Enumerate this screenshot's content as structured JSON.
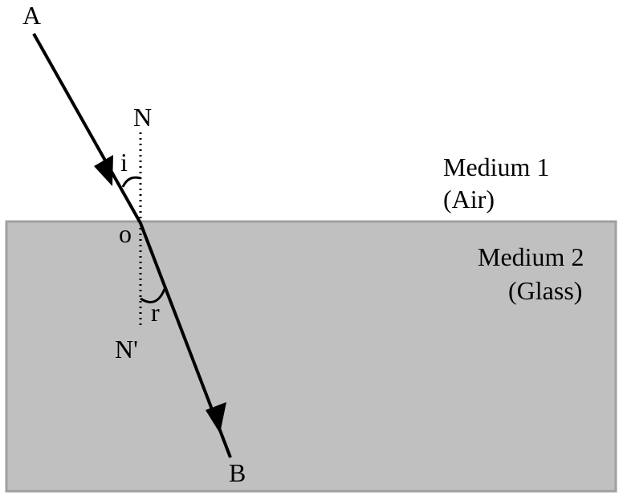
{
  "labels": {
    "point_a": "A",
    "point_b": "B",
    "normal_top": "N",
    "normal_bottom": "N'",
    "origin": "o",
    "angle_incidence": "i",
    "angle_refraction": "r",
    "medium1_name": "Medium 1",
    "medium1_material": "(Air)",
    "medium2_name": "Medium 2",
    "medium2_material": "(Glass)"
  },
  "colors": {
    "glass_fill": "#c0c0c0",
    "glass_border": "#a0a0a0",
    "ray": "#000000"
  }
}
